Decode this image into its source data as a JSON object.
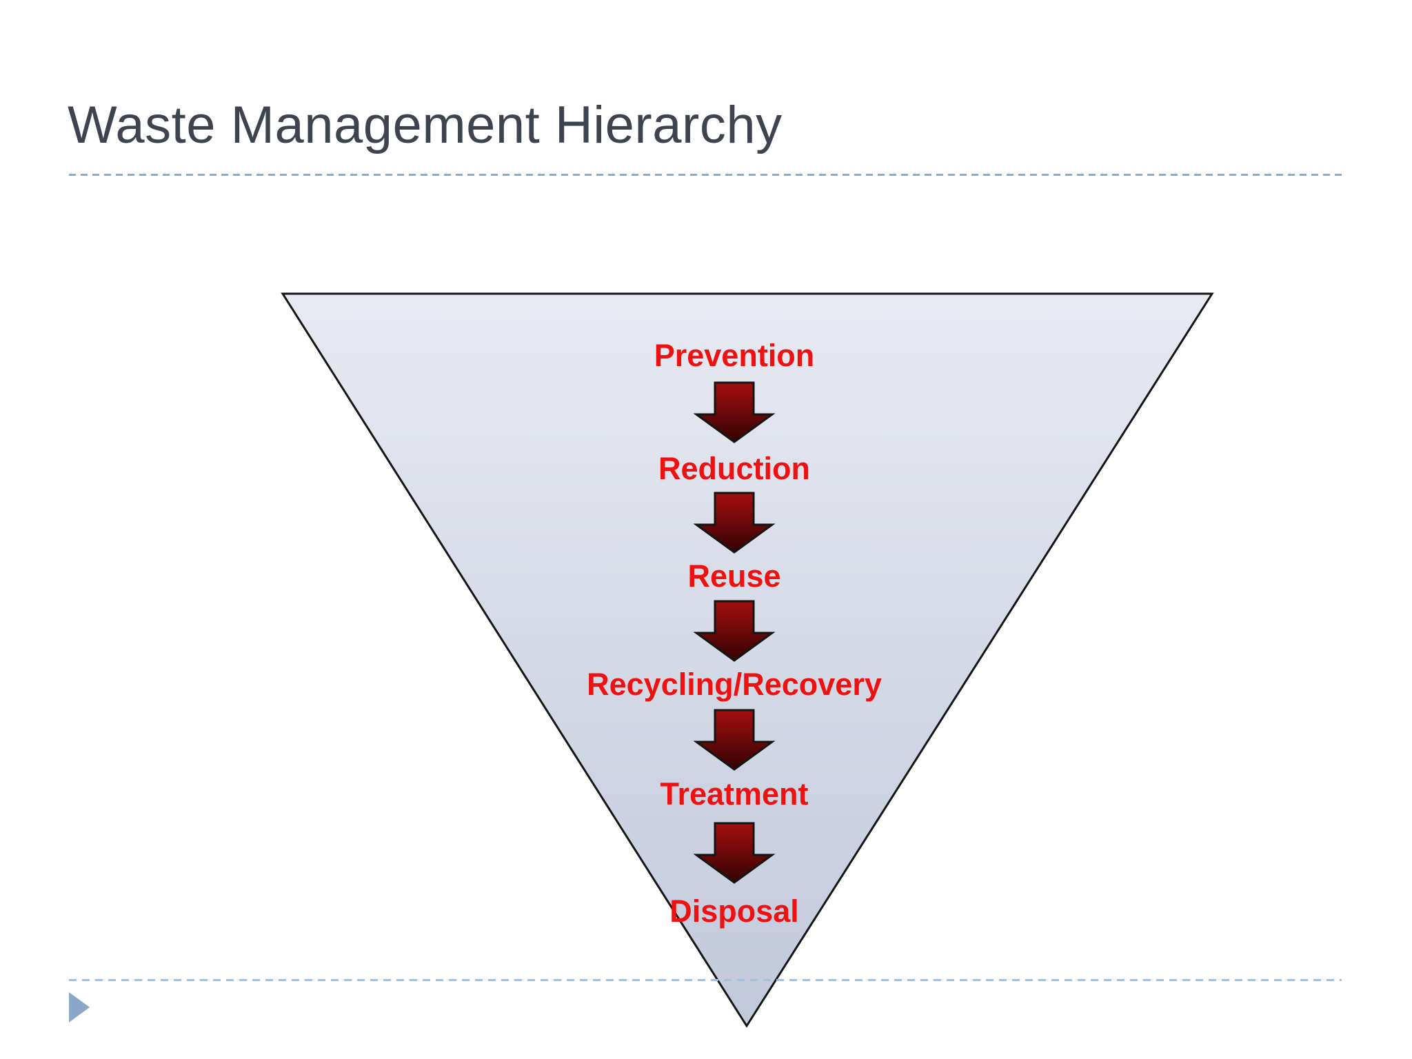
{
  "slide": {
    "title": "Waste Management Hierarchy",
    "funnel": {
      "levels": [
        {
          "label": "Prevention"
        },
        {
          "label": "Reduction"
        },
        {
          "label": "Reuse"
        },
        {
          "label": "Recycling/Recovery"
        },
        {
          "label": "Treatment"
        },
        {
          "label": "Disposal"
        }
      ],
      "connector_icon": "down-arrow-icon"
    },
    "footer_icon": "play-triangle-icon",
    "colors": {
      "title": "#3F4350",
      "label": "#EE1111",
      "funnel_top": "#E8EAF2",
      "funnel_bottom": "#C2C9DA",
      "funnel_stroke": "#141414",
      "arrow_top": "#A50F0F",
      "arrow_bottom": "#330303",
      "arrow_stroke": "#141414",
      "divider_top": "#96A9BC",
      "divider_bottom": "#A6C0DC",
      "footer_icon": "#8BA7C7"
    }
  }
}
